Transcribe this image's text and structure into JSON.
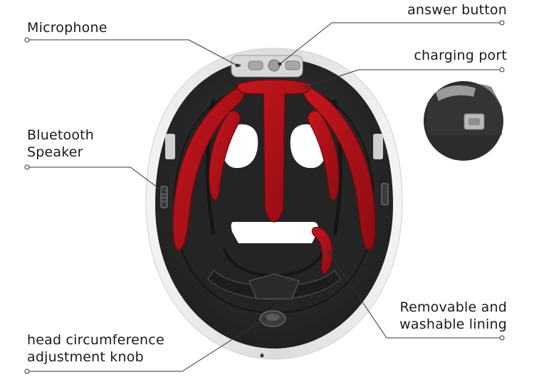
{
  "callouts": {
    "microphone": "Microphone",
    "answer_button": "answer button",
    "charging_port": "charging port",
    "bluetooth_speaker_line1": "Bluetooth",
    "bluetooth_speaker_line2": "Speaker",
    "lining_line1": "Removable and",
    "lining_line2": "washable lining",
    "knob_line1": "head circumference",
    "knob_line2": "adjustment knob"
  },
  "colors": {
    "lining": "#b01018",
    "shell_inner": "#2b2b2b",
    "shell_outer": "#e9e9e9",
    "leader_line": "#333333"
  }
}
